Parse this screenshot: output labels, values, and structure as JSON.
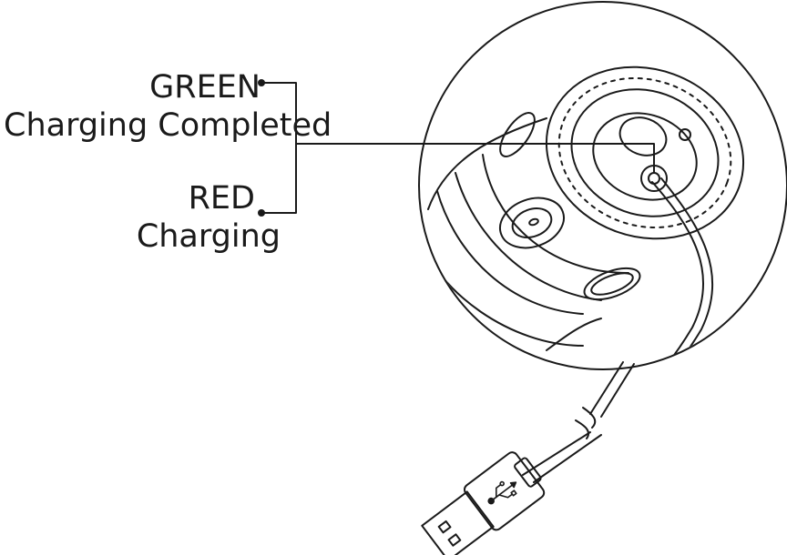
{
  "labels": {
    "green": "GREEN",
    "green_desc": "Charging Completed",
    "red": "RED",
    "red_desc": "Charging"
  },
  "colors": {
    "line": "#1a1a1a",
    "background": "#ffffff"
  },
  "icons": [
    "usb-icon",
    "charging-dock-illustration",
    "usb-plug-illustration"
  ]
}
